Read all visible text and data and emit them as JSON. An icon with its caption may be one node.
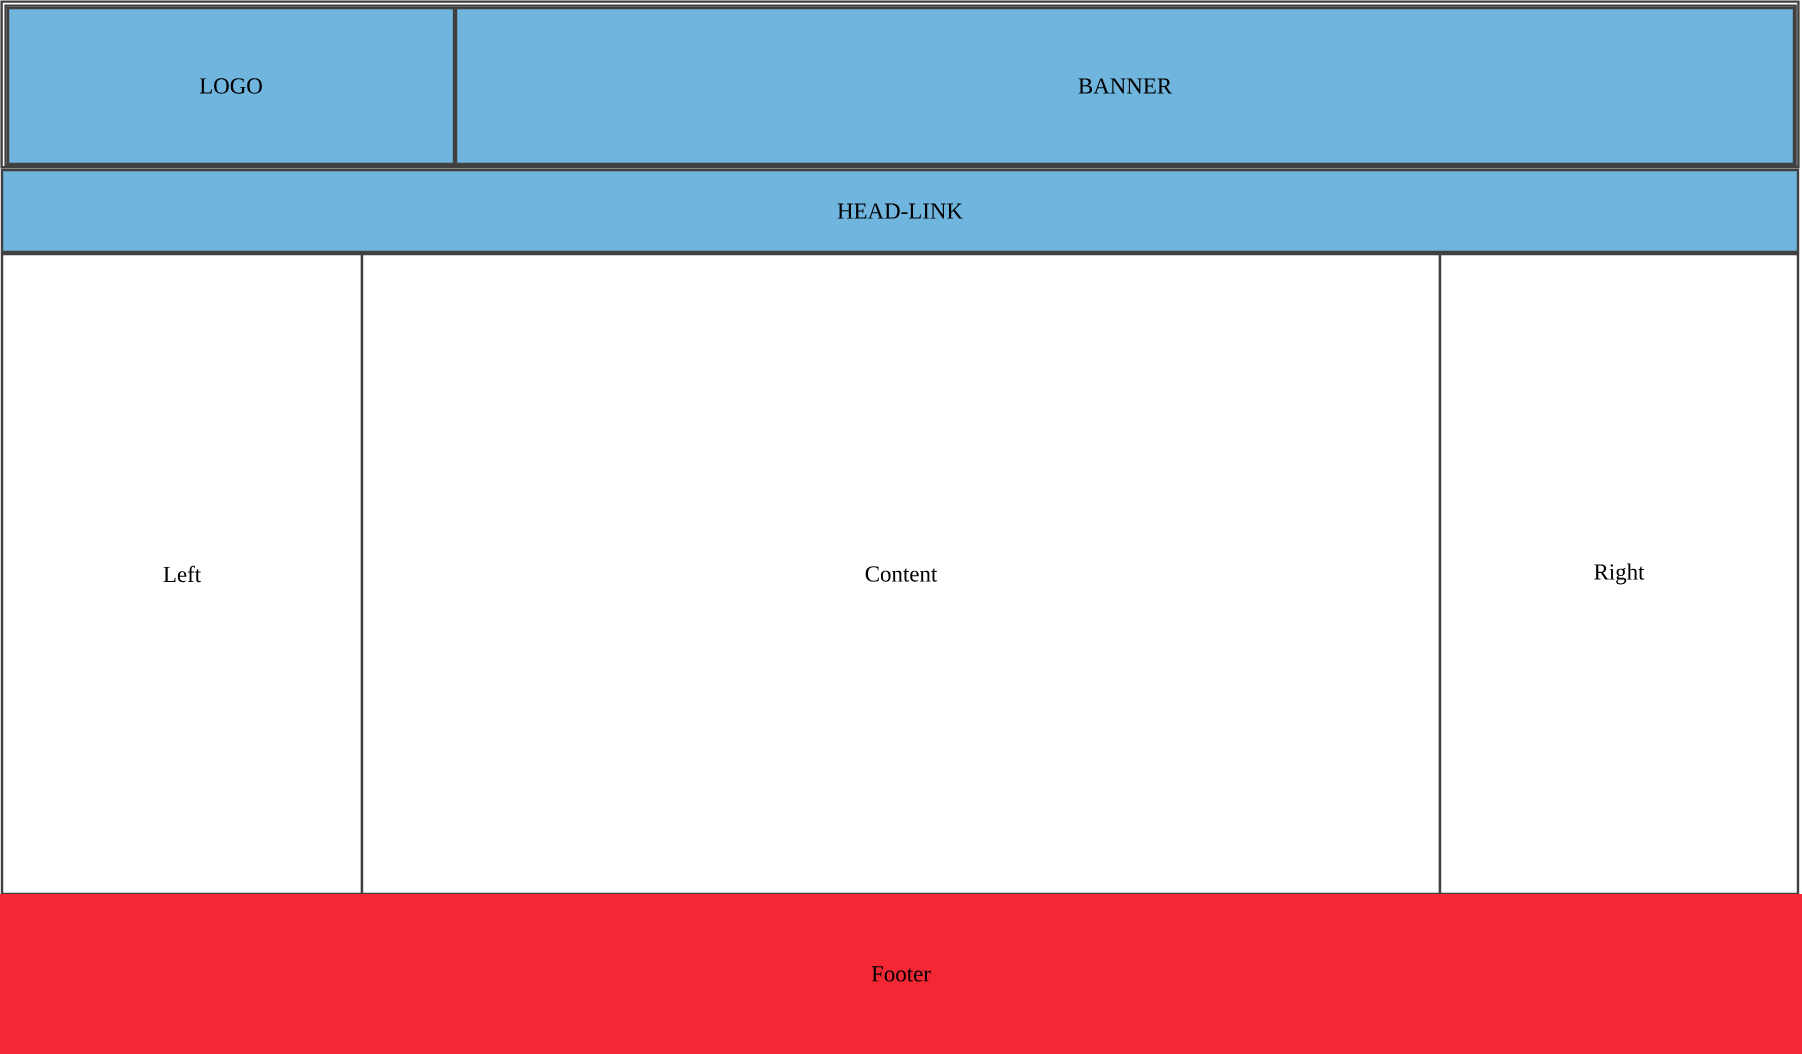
{
  "diagram": {
    "nodes": [
      {
        "text": [
          "LOGO"
        ]
      },
      {
        "text": [
          "BANNER"
        ]
      },
      {
        "text": [
          "HEAD-LINK"
        ]
      },
      {
        "text": [
          "Left"
        ]
      },
      {
        "text": [
          "Content"
        ]
      },
      {
        "text": [
          "Right"
        ]
      },
      {
        "text": [
          "Footer"
        ]
      }
    ]
  }
}
